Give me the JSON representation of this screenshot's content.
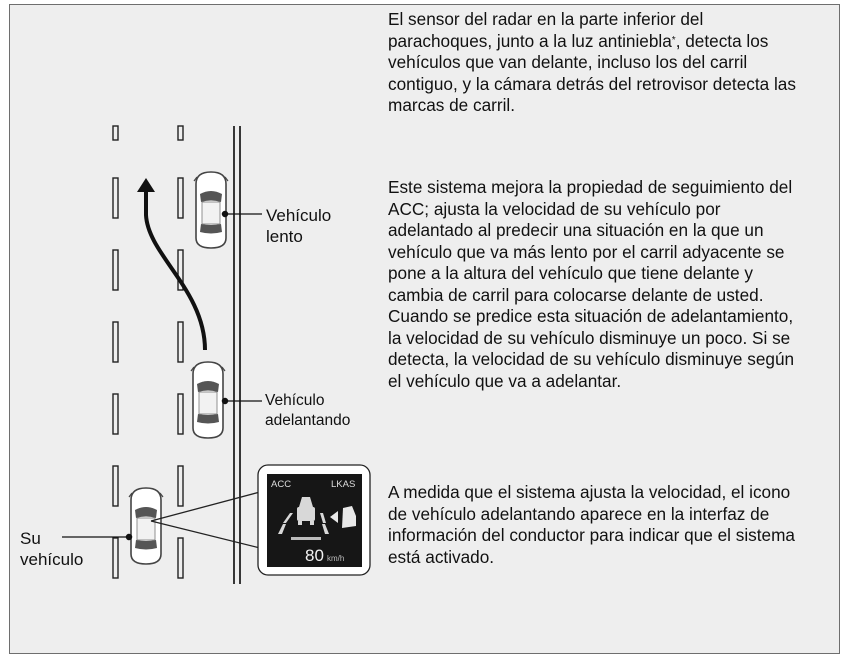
{
  "paragraphs": {
    "sensor": "El sensor del radar en la parte inferior del parachoques, junto a la luz antiniebla",
    "sensor_mark": "*",
    "sensor_end": ", detecta los vehículos que van delante, incluso los del carril contiguo, y la cámara detrás del retrovisor detecta las marcas de carril.",
    "system": "Este sistema mejora la propiedad de seguimiento del ACC; ajusta la velocidad de su vehículo por adelantado al predecir una situación en la que un vehículo que va más lento por el carril adyacente se pone a la altura del vehículo que tiene delante y cambia de carril para colocarse delante de usted. Cuando se predice esta situación de adelantamiento, la velocidad de su vehículo disminuye un poco. Si se detecta, la velocidad de su vehículo disminuye según el vehículo que va a adelantar.",
    "indicator": "A medida que el sistema ajusta la velocidad, el icono de vehículo adelantando aparece en la interfaz de información del conductor para indicar que el sistema está activado."
  },
  "labels": {
    "slow_vehicle": [
      "Vehículo",
      "lento"
    ],
    "overtaking_vehicle": [
      "Vehículo",
      "adelantando"
    ],
    "your_vehicle": [
      "Su",
      "vehículo"
    ]
  },
  "display": {
    "acc": "ACC",
    "lkas": "LKAS",
    "speed": "80",
    "unit": "km/h"
  }
}
